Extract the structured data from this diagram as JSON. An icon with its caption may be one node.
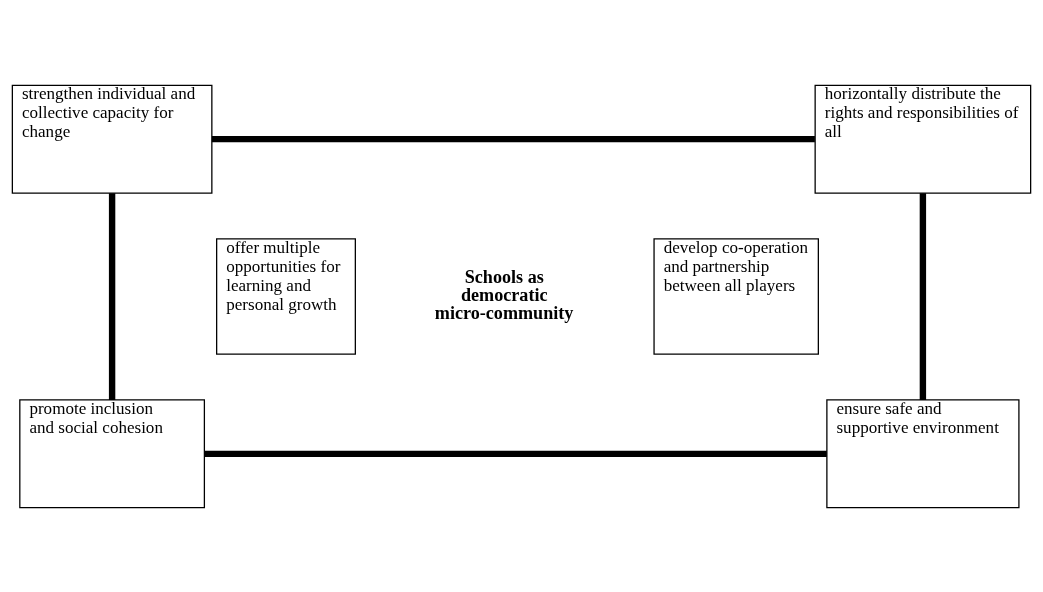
{
  "diagram": {
    "nodes": [
      {
        "text": [
          "strengthen individual and collective capacity for change"
        ]
      },
      {
        "text": [
          "horizontally distribute the rights and responsibilities of all"
        ]
      },
      {
        "text": [
          "offer multiple opportunities for learning and personal growth"
        ]
      },
      {
        "text": [
          "develop co-operation and partnership between all players"
        ]
      },
      {
        "text": [
          "promote inclusion and social cohesion"
        ]
      },
      {
        "text": [
          "ensure safe and supportive environment"
        ]
      }
    ],
    "edges": [
      {
        "from": 0,
        "to": 1,
        "arrow": "none"
      },
      {
        "from": 0,
        "to": 4,
        "arrow": "none"
      },
      {
        "from": 1,
        "to": 5,
        "arrow": "none"
      },
      {
        "from": 4,
        "to": 5,
        "arrow": "none"
      }
    ],
    "labels": [
      "Schools as democratic micro-community"
    ]
  }
}
